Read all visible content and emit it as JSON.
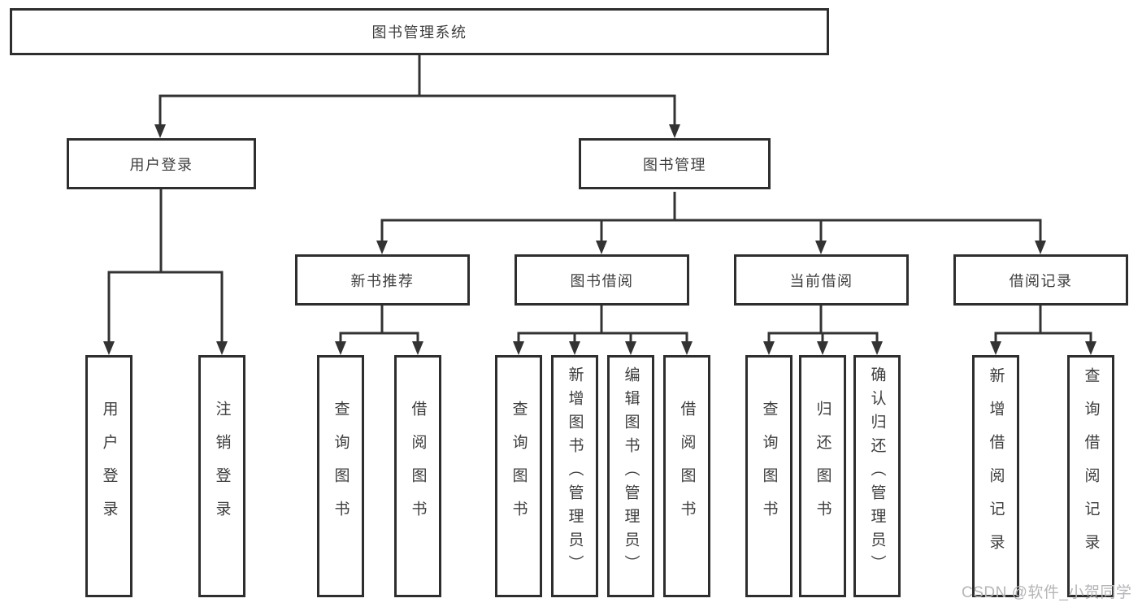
{
  "diagram": {
    "title": "图书管理系统",
    "level2": [
      {
        "label": "用户登录",
        "leaves": [
          "用户登录",
          "注销登录"
        ]
      },
      {
        "label": "图书管理"
      }
    ],
    "level3": [
      {
        "label": "新书推荐",
        "leaves": [
          "查询图书",
          "借阅图书"
        ]
      },
      {
        "label": "图书借阅",
        "leaves": [
          "查询图书",
          "新增图书（管理员）",
          "编辑图书（管理员）",
          "借阅图书"
        ]
      },
      {
        "label": "当前借阅",
        "leaves": [
          "查询图书",
          "归还图书",
          "确认归还（管理员）"
        ]
      },
      {
        "label": "借阅记录",
        "leaves": [
          "新增借阅记录",
          "查询借阅记录"
        ]
      }
    ]
  },
  "watermark": "CSDN @软件_小贺同学",
  "colors": {
    "line": "#333333",
    "box_border": "#2e2e2e",
    "text": "#3d3d3d",
    "background": "#ffffff",
    "watermark": "#b5b5b8"
  }
}
